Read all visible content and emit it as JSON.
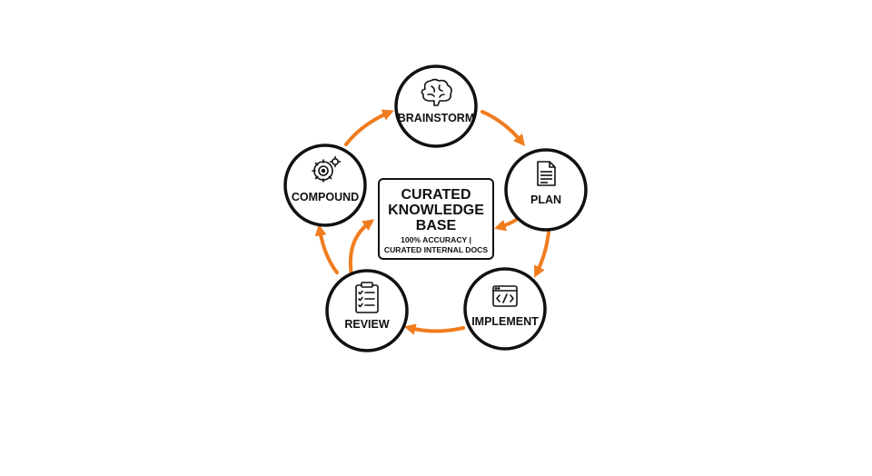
{
  "accent_color": "#f07c1e",
  "stroke_color": "#111111",
  "nodes": [
    {
      "label": "BRAINSTORM",
      "icon": "brain-icon"
    },
    {
      "label": "PLAN",
      "icon": "document-icon"
    },
    {
      "label": "IMPLEMENT",
      "icon": "code-window-icon"
    },
    {
      "label": "REVIEW",
      "icon": "checklist-clipboard-icon"
    },
    {
      "label": "COMPOUND",
      "icon": "target-gear-icon"
    }
  ],
  "center": {
    "title_lines": [
      "CURATED",
      "KNOWLEDGE",
      "BASE"
    ],
    "subtitle_lines": [
      "100% ACCURACY |",
      "CURATED INTERNAL DOCS"
    ]
  }
}
